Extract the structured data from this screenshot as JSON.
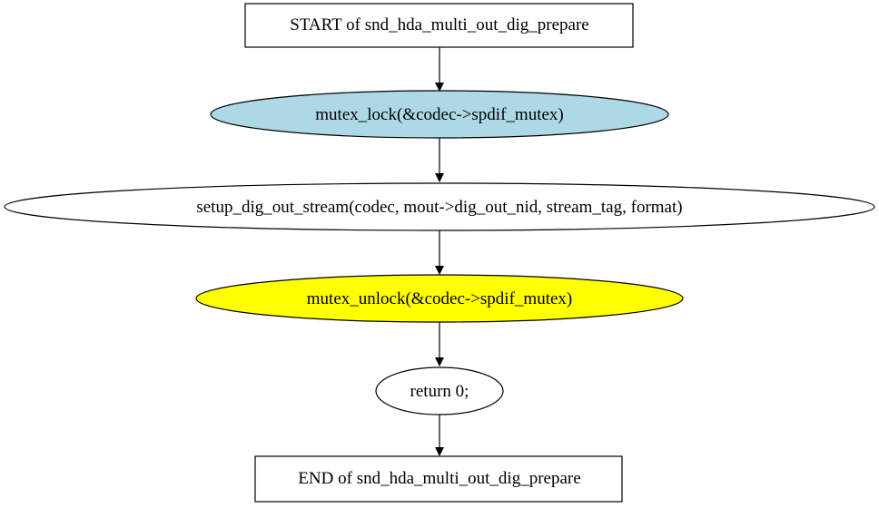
{
  "diagram": {
    "nodes": [
      {
        "id": "start",
        "shape": "box",
        "label": "START of snd_hda_multi_out_dig_prepare",
        "fill": "#ffffff"
      },
      {
        "id": "lock",
        "shape": "ellipse",
        "label": "mutex_lock(&codec->spdif_mutex)",
        "fill": "#add8e6"
      },
      {
        "id": "setup",
        "shape": "ellipse",
        "label": "setup_dig_out_stream(codec, mout->dig_out_nid, stream_tag, format)",
        "fill": "#ffffff"
      },
      {
        "id": "unlock",
        "shape": "ellipse",
        "label": "mutex_unlock(&codec->spdif_mutex)",
        "fill": "#ffff00"
      },
      {
        "id": "ret",
        "shape": "ellipse",
        "label": "return 0;",
        "fill": "#ffffff"
      },
      {
        "id": "end",
        "shape": "box",
        "label": "END of snd_hda_multi_out_dig_prepare",
        "fill": "#ffffff"
      }
    ],
    "edges": [
      {
        "from": "start",
        "to": "lock"
      },
      {
        "from": "lock",
        "to": "setup"
      },
      {
        "from": "setup",
        "to": "unlock"
      },
      {
        "from": "unlock",
        "to": "ret"
      },
      {
        "from": "ret",
        "to": "end"
      }
    ],
    "colors": {
      "stroke": "#000000",
      "lock_fill": "#add8e6",
      "unlock_fill": "#ffff00",
      "default_fill": "#ffffff"
    }
  }
}
